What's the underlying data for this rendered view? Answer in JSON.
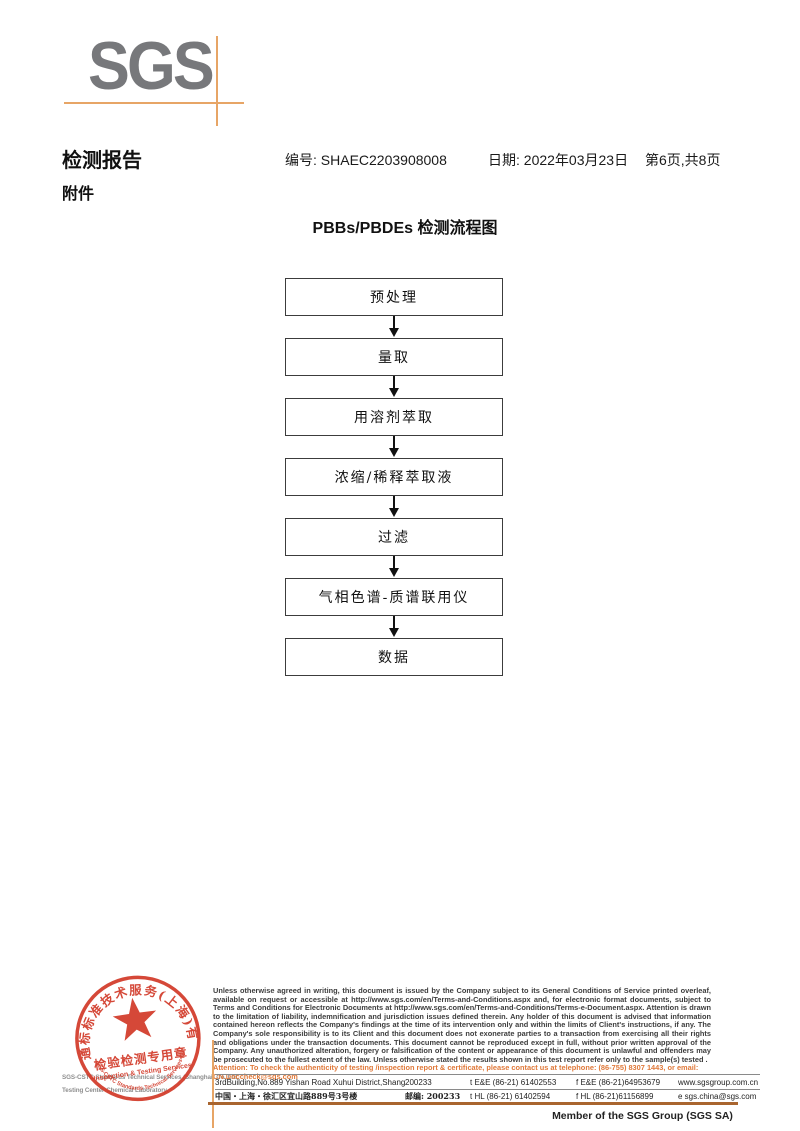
{
  "logo": {
    "text": "SGS",
    "color": "#77787b",
    "crosshair_color": "#e7a566"
  },
  "header": {
    "report_title": "检测报告",
    "report_no_label": "编号:",
    "report_no": "SHAEC2203908008",
    "date_label": "日期:",
    "date": "2022年03月23日",
    "page_info": "第6页,共8页",
    "attachment_label": "附件"
  },
  "flowchart": {
    "title": "PBBs/PBDEs 检测流程图",
    "steps": [
      "预处理",
      "量取",
      "用溶剂萃取",
      "浓缩/稀释萃取液",
      "过滤",
      "气相色谱-质谱联用仪",
      "数据"
    ]
  },
  "stamp": {
    "ring_text": "通标标准技术服务(上海)有限公司",
    "center_line1": "检验检测专用章",
    "center_line2": "Inspection & Testing Services",
    "arc_bottom_text": "SGS-CSTC Standards Technical Services (Shanghai) Co.,Ltd",
    "color": "#d23b2a",
    "company_en_line1": "SGS-CSTC Standards Technical Services (Shanghai) Co.,Ltd.",
    "company_en_line2": "Testing Center-Chemical Laboratory."
  },
  "footer": {
    "legal_text": "Unless otherwise agreed in writing, this document is issued by the Company subject to its General Conditions of Service printed overleaf, available on request or accessible at http://www.sgs.com/en/Terms-and-Conditions.aspx and, for electronic format documents, subject to Terms and Conditions for Electronic Documents at http://www.sgs.com/en/Terms-and-Conditions/Terms-e-Document.aspx. Attention is drawn to the limitation of liability, indemnification and jurisdiction issues defined therein. Any holder of this document is advised that information contained hereon reflects the Company's findings at the time of its intervention only and within the limits of Client's instructions, if any. The Company's sole responsibility is to its Client and this document does not exonerate parties to a transaction from exercising all their rights and obligations under the transaction documents. This document cannot be reproduced except in full, without prior written approval of the Company. Any unauthorized alteration, forgery or falsification of the content or appearance of this document is unlawful and offenders may be prosecuted to the fullest extent of the law. Unless otherwise stated the results shown in this test report refer only to the sample(s) tested .",
    "attention_text": "Attention: To check the authenticity of testing /inspection report & certificate, please contact us at telephone: (86-755) 8307 1443, or email: CN.Doccheck@sgs.com",
    "attention_color": "#e0793a",
    "address": {
      "en_address": "3rdBuilding,No.889 Yishan Road Xuhui District,Shanghai China",
      "en_postcode": "200233",
      "en_tel": "t E&E (86-21) 61402553",
      "en_fax": "f E&E (86-21)64953679",
      "website": "www.sgsgroup.com.cn",
      "cn_address": "中国・上海・徐汇区宜山路889号3号楼",
      "cn_postcode": "邮编: 200233",
      "cn_tel": "t HL (86-21) 61402594",
      "cn_fax": "f HL (86-21)61156899",
      "email": "e  sgs.china@sgs.com"
    },
    "member_text": "Member of the SGS Group (SGS SA)"
  }
}
